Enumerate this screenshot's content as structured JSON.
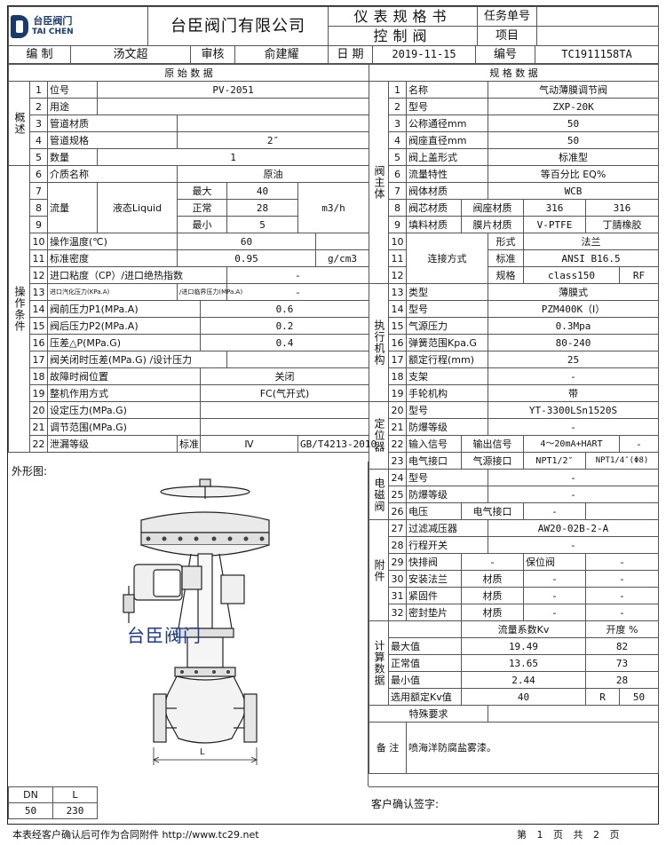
{
  "header": {
    "logo_cn": "台臣阀门",
    "logo_en": "TAI CHEN",
    "company": "台臣阀门有限公司",
    "title1": "仪表规格书",
    "title2": "控制阀",
    "task_label": "任务单号",
    "project_label": "项目"
  },
  "meta": {
    "compiler_label": "编  制",
    "compiler": "汤文超",
    "reviewer_label": "审核",
    "reviewer": "俞建耀",
    "date_label": "日  期",
    "date": "2019-11-15",
    "number_label": "编号",
    "number": "TC1911158TA"
  },
  "left": {
    "section_title": "原 始 数 据",
    "group_overview": "概述",
    "group_operating": "操作条件",
    "rows": {
      "r1": {
        "n": "1",
        "label": "位号",
        "value": "PV-2051"
      },
      "r2": {
        "n": "2",
        "label": "用途",
        "value": ""
      },
      "r3": {
        "n": "3",
        "label": "管道材质",
        "value": ""
      },
      "r4": {
        "n": "4",
        "label": "管道规格",
        "value": "2″"
      },
      "r5": {
        "n": "5",
        "label": "数量",
        "value": "1"
      },
      "r6": {
        "n": "6",
        "label": "介质名称",
        "value": "原油"
      },
      "flow_label": "流量",
      "flow_medium": "液态Liquid",
      "flow_unit": "m3/h",
      "r7": {
        "n": "7",
        "label": "最大",
        "value": "40"
      },
      "r8": {
        "n": "8",
        "label": "正常",
        "value": "28"
      },
      "r9": {
        "n": "9",
        "label": "最小",
        "value": "5"
      },
      "r10": {
        "n": "10",
        "label": "操作温度(℃)",
        "value": "60"
      },
      "r11": {
        "n": "11",
        "label": "标准密度",
        "value": "0.95",
        "unit": "g/cm3"
      },
      "r12": {
        "n": "12",
        "label": "进口粘度（CP）/进口绝热指数",
        "value": "-"
      },
      "r13": {
        "n": "13",
        "label": "进口汽化压力(KPa.A)",
        "label2": "/进口临界压力(MPa.A)",
        "value": "-"
      },
      "r14": {
        "n": "14",
        "label": "阀前压力P1(MPa.A)",
        "value": "0.6"
      },
      "r15": {
        "n": "15",
        "label": "阀后压力P2(MPa.A)",
        "value": "0.2"
      },
      "r16": {
        "n": "16",
        "label": "压差△P(MPa.G)",
        "value": "0.4"
      },
      "r17": {
        "n": "17",
        "label": "阀关闭时压差(MPa.G) /设计压力",
        "value": ""
      },
      "r18": {
        "n": "18",
        "label": "故障时阀位置",
        "value": "关闭"
      },
      "r19": {
        "n": "19",
        "label": "整机作用方式",
        "value": "FC(气开式)"
      },
      "r20": {
        "n": "20",
        "label": "设定压力(MPa.G)",
        "value": ""
      },
      "r21": {
        "n": "21",
        "label": "调节范围(MPa.G)",
        "value": ""
      },
      "r22": {
        "n": "22",
        "label": "泄漏等级",
        "std": "标准",
        "grade": "Ⅳ",
        "code": "GB/T4213-2010"
      }
    }
  },
  "drawing": {
    "label": "外形图:",
    "watermark": "台臣阀门",
    "dim_label": "L",
    "dn_label": "DN",
    "l_label": "L",
    "dn_value": "50",
    "l_value": "230"
  },
  "right": {
    "section_title": "规 格 数 据",
    "group_body": "阀主体",
    "group_actuator": "执行机构",
    "group_positioner": "定位器",
    "group_solenoid": "电磁阀",
    "group_accessory": "附件",
    "group_calc": "计算数据",
    "rows": {
      "r1": {
        "n": "1",
        "label": "名称",
        "value": "气动薄膜调节阀"
      },
      "r2": {
        "n": "2",
        "label": "型号",
        "value": "ZXP-20K"
      },
      "r3": {
        "n": "3",
        "label": "公称通径mm",
        "value": "50"
      },
      "r4": {
        "n": "4",
        "label": "阀座直径mm",
        "value": "50"
      },
      "r5": {
        "n": "5",
        "label": "阀上盖形式",
        "value": "标准型"
      },
      "r6": {
        "n": "6",
        "label": "流量特性",
        "value": "等百分比 EQ%"
      },
      "r7": {
        "n": "7",
        "label": "阀体材质",
        "value": "WCB"
      },
      "r8": {
        "n": "8",
        "label": "阀芯材质",
        "sub": "阀座材质",
        "v1": "316",
        "v2": "316"
      },
      "r9": {
        "n": "9",
        "label": "填料材质",
        "sub": "膜片材质",
        "v1": "V-PTFE",
        "v2": "丁腈橡胶"
      },
      "conn_label": "连接方式",
      "r10": {
        "n": "10",
        "sub": "形式",
        "value": "法兰"
      },
      "r11": {
        "n": "11",
        "sub": "标准",
        "value": "ANSI B16.5"
      },
      "r12": {
        "n": "12",
        "sub": "规格",
        "value": "class150",
        "face": "RF"
      },
      "r13": {
        "n": "13",
        "label": "类型",
        "value": "薄膜式"
      },
      "r14": {
        "n": "14",
        "label": "型号",
        "value": "PZM400K（Ⅰ）"
      },
      "r15": {
        "n": "15",
        "label": "气源压力",
        "value": "0.3Mpa"
      },
      "r16": {
        "n": "16",
        "label": "弹簧范围Kpa.G",
        "value": "80-240"
      },
      "r17": {
        "n": "17",
        "label": "额定行程(mm)",
        "value": "25"
      },
      "r18": {
        "n": "18",
        "label": "支架",
        "value": "-"
      },
      "r19": {
        "n": "19",
        "label": "手轮机构",
        "value": "带"
      },
      "r20": {
        "n": "20",
        "label": "型号",
        "value": "YT-3300LSn1520S"
      },
      "r21": {
        "n": "21",
        "label": "防爆等级",
        "value": "-"
      },
      "r22": {
        "n": "22",
        "label": "输入信号",
        "sub": "输出信号",
        "value": "4～20mA+HART",
        "v2": "-"
      },
      "r23": {
        "n": "23",
        "label": "电气接口",
        "sub": "气源接口",
        "value": "NPT1/2″",
        "v2": "NPT1/4″(Φ8)"
      },
      "r24": {
        "n": "24",
        "label": "型号",
        "value": "-"
      },
      "r25": {
        "n": "25",
        "label": "防爆等级",
        "value": "-"
      },
      "r26": {
        "n": "26",
        "label": "电压",
        "sub": "电气接口",
        "value": "-"
      },
      "r27": {
        "n": "27",
        "label": "过滤减压器",
        "value": "AW20-02B-2-A"
      },
      "r28": {
        "n": "28",
        "label": "行程开关",
        "value": "-"
      },
      "r29": {
        "n": "29",
        "label": "快排阀",
        "v1": "-",
        "sub": "保位阀",
        "v2": "-"
      },
      "r30": {
        "n": "30",
        "label": "安装法兰",
        "sub": "材质",
        "v1": "-",
        "v2": "-"
      },
      "r31": {
        "n": "31",
        "label": "紧固件",
        "sub": "材质",
        "v1": "-",
        "v2": "-"
      },
      "r32": {
        "n": "32",
        "label": "密封垫片",
        "sub": "材质",
        "v1": "-",
        "v2": "-"
      },
      "calc_kv": "流量系数Kv",
      "calc_open": "开度 %",
      "calc_max": {
        "label": "最大值",
        "kv": "19.49",
        "open": "82"
      },
      "calc_norm": {
        "label": "正常值",
        "kv": "13.65",
        "open": "73"
      },
      "calc_min": {
        "label": "最小值",
        "kv": "2.44",
        "open": "28"
      },
      "rated": {
        "label": "选用额定Kv值",
        "kv": "40",
        "r": "R",
        "rv": "50"
      },
      "special": "特殊要求",
      "remark_label": "备 注",
      "remark": "喷海洋防腐盐雾漆。"
    }
  },
  "customer_sign": "客户确认签字:",
  "footer": {
    "note": "本表经客户确认后可作为合同附件 http://www.tc29.net",
    "page": "第 1 页",
    "total": "共 2 页"
  }
}
